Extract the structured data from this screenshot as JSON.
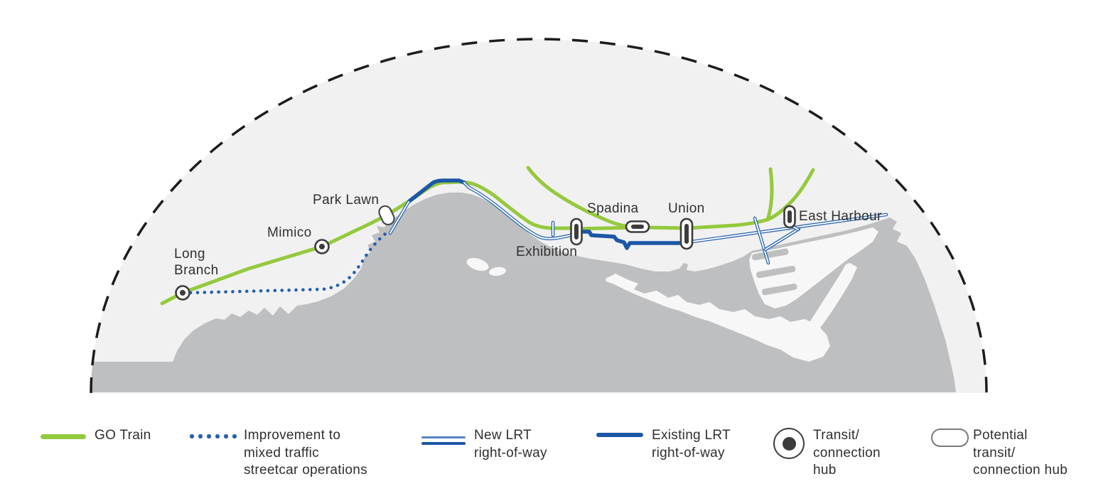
{
  "map": {
    "stations": [
      {
        "id": "long-branch",
        "marker": "transit-hub",
        "label_lines": [
          "Long",
          "Branch"
        ]
      },
      {
        "id": "mimico",
        "marker": "transit-hub",
        "label_lines": [
          "Mimico"
        ]
      },
      {
        "id": "park-lawn",
        "marker": "potential-hub",
        "label_lines": [
          "Park Lawn"
        ]
      },
      {
        "id": "exhibition",
        "marker": "station-pill",
        "label_lines": [
          "Exhibition"
        ]
      },
      {
        "id": "spadina",
        "marker": "station-pill",
        "label_lines": [
          "Spadina"
        ]
      },
      {
        "id": "union",
        "marker": "station-pill",
        "label_lines": [
          "Union"
        ]
      },
      {
        "id": "east-harbour",
        "marker": "station-pill",
        "label_lines": [
          "East Harbour"
        ]
      }
    ],
    "lines": [
      {
        "id": "go-train",
        "style": "solid-green"
      },
      {
        "id": "streetcar-improvement",
        "style": "dotted-blue"
      },
      {
        "id": "new-lrt",
        "style": "double-blue"
      },
      {
        "id": "existing-lrt",
        "style": "thick-blue"
      }
    ]
  },
  "legend": {
    "items": [
      {
        "id": "go-train",
        "symbol": "solid-green-line",
        "lines": [
          "GO Train"
        ]
      },
      {
        "id": "mixed-traffic",
        "symbol": "dotted-blue-line",
        "lines": [
          "Improvement to",
          "mixed traffic",
          "streetcar operations"
        ]
      },
      {
        "id": "new-lrt",
        "symbol": "double-blue-line",
        "lines": [
          "New LRT",
          "right-of-way"
        ]
      },
      {
        "id": "existing-lrt",
        "symbol": "thick-blue-line",
        "lines": [
          "Existing LRT",
          "right-of-way"
        ]
      },
      {
        "id": "transit-hub",
        "symbol": "circle-with-dot",
        "lines": [
          "Transit/",
          "connection",
          "hub"
        ]
      },
      {
        "id": "potential-hub",
        "symbol": "empty-pill",
        "lines": [
          "Potential",
          "transit/",
          "connection hub"
        ]
      }
    ]
  },
  "colors": {
    "go-green": "#95C93D",
    "lrt-blue": "#1C57A6",
    "lrt-blue-mid": "#2E68B0",
    "lrt-blue-light": "#5585C6",
    "dotted-blue": "#2460AC",
    "ink": "#1C1C1C",
    "label-ink": "#303030",
    "marker-ink": "#3C3C3C",
    "land": "#F1F1F2",
    "water": "#BEBFC1",
    "island": "#F7F7F8",
    "outline-gray": "#7A7A7A"
  }
}
